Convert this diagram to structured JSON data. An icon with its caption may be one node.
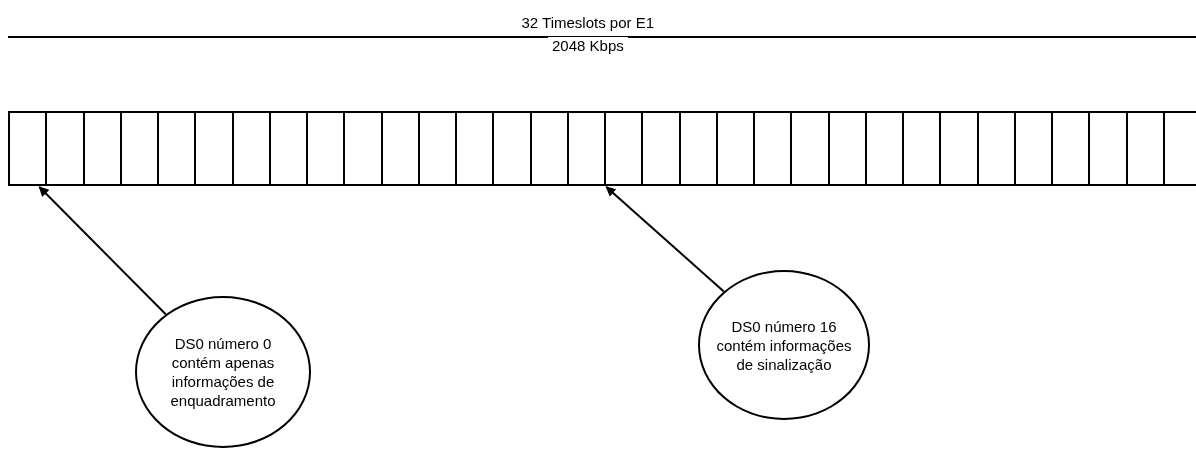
{
  "diagram": {
    "nodes": [
      {
        "text": [],
        "shape": "box"
      },
      {
        "text": [],
        "shape": "box"
      },
      {
        "text": [],
        "shape": "box"
      },
      {
        "text": [],
        "shape": "box"
      },
      {
        "text": [],
        "shape": "box"
      },
      {
        "text": [],
        "shape": "box"
      },
      {
        "text": [],
        "shape": "box"
      },
      {
        "text": [],
        "shape": "box"
      },
      {
        "text": [],
        "shape": "box"
      },
      {
        "text": [],
        "shape": "box"
      },
      {
        "text": [],
        "shape": "box"
      },
      {
        "text": [],
        "shape": "box"
      },
      {
        "text": [],
        "shape": "box"
      },
      {
        "text": [],
        "shape": "box"
      },
      {
        "text": [],
        "shape": "box"
      },
      {
        "text": [],
        "shape": "box"
      },
      {
        "text": [],
        "shape": "box"
      },
      {
        "text": [],
        "shape": "box"
      },
      {
        "text": [],
        "shape": "box"
      },
      {
        "text": [],
        "shape": "box"
      },
      {
        "text": [],
        "shape": "box"
      },
      {
        "text": [],
        "shape": "box"
      },
      {
        "text": [],
        "shape": "box"
      },
      {
        "text": [],
        "shape": "box"
      },
      {
        "text": [],
        "shape": "box"
      },
      {
        "text": [],
        "shape": "box"
      },
      {
        "text": [],
        "shape": "box"
      },
      {
        "text": [],
        "shape": "box"
      },
      {
        "text": [],
        "shape": "box"
      },
      {
        "text": [],
        "shape": "box"
      },
      {
        "text": [],
        "shape": "box"
      },
      {
        "text": [],
        "shape": "box"
      },
      {
        "text": [
          "DS0 número 0 contém apenas informações de enquadramento"
        ]
      },
      {
        "text": [
          "DS0 número 16 contém informações de sinalização"
        ]
      }
    ],
    "edges": [
      {
        "from": 32,
        "to": 0,
        "arrow": "to"
      },
      {
        "from": 33,
        "to": 16,
        "arrow": "to"
      }
    ],
    "labels": [
      "32 Timeslots por E1",
      "2048 Kbps"
    ]
  }
}
